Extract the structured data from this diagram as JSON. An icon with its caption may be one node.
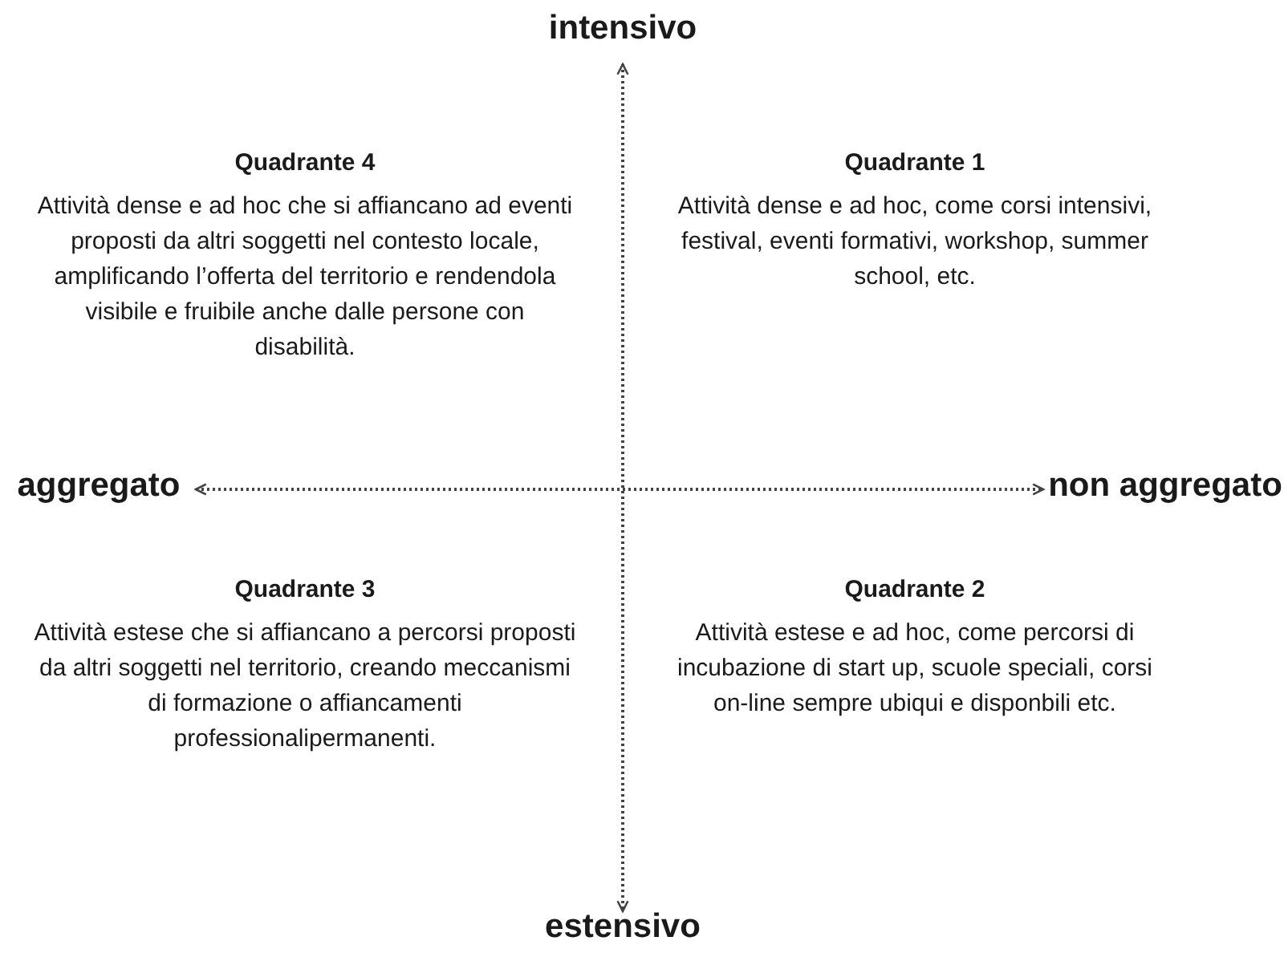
{
  "diagram": {
    "labels": [
      "intensivo",
      "Quadrante 4",
      "Attività dense e ad hoc che si affiancano ad eventi proposti da altri soggetti nel contesto locale, amplificando l’offerta del territorio e rendendola visibile e fruibile anche dalle persone con disabilità.",
      "Quadrante 1",
      "Attività dense e ad hoc, come corsi intensivi, festival, eventi formativi, workshop, summer school, etc.",
      "aggregato",
      "non aggregato",
      "Quadrante 3",
      "Attività estese che si affiancano a percorsi proposti da altri soggetti nel territorio, creando meccanismi di formazione o affiancamenti professionalipermanenti.",
      "Quadrante 2",
      "Attività estese e ad hoc, come percorsi di incubazione di start up, scuole speciali, corsi on-line sempre ubiqui e disponbili etc.",
      "estensivo"
    ]
  }
}
